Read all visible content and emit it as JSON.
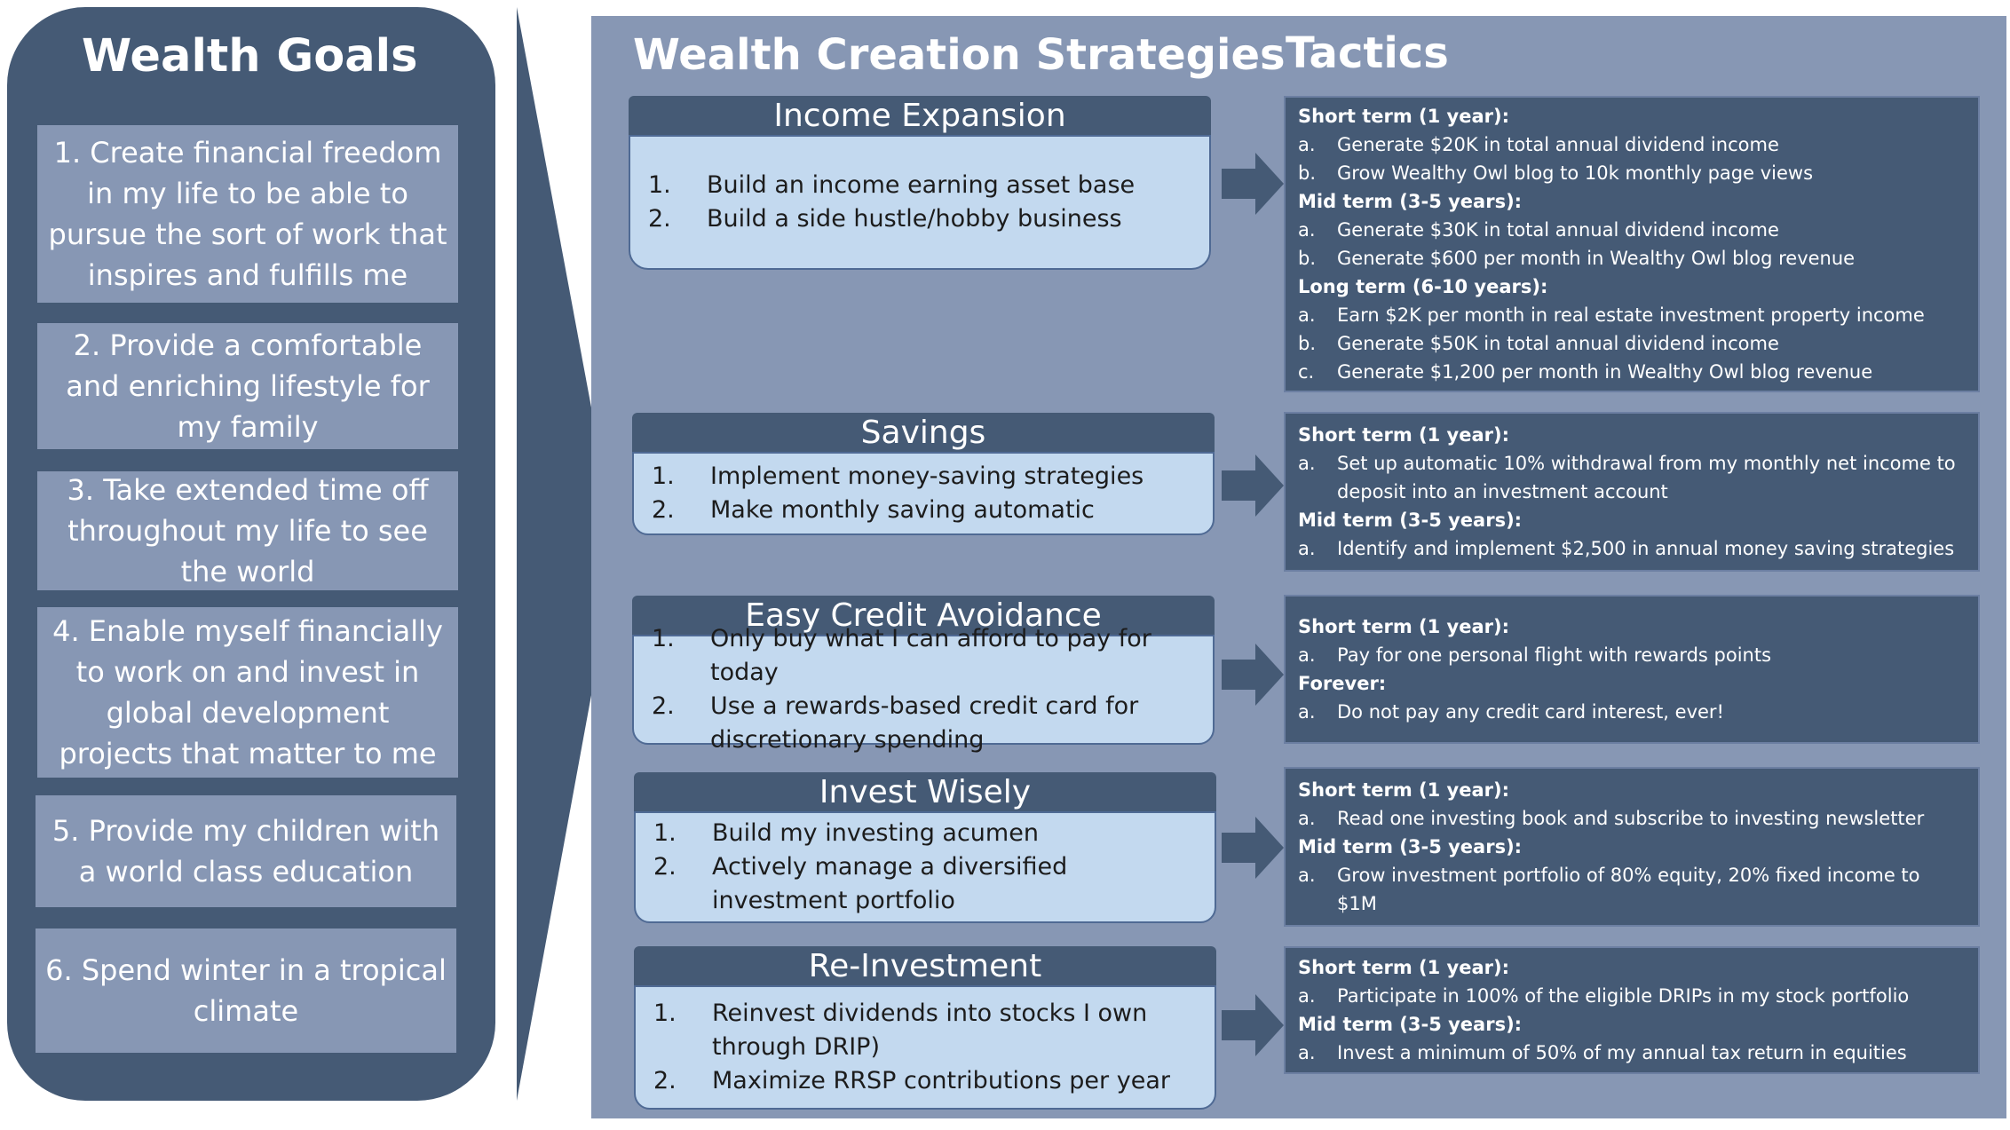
{
  "goals": {
    "title": "Wealth Goals",
    "items": [
      {
        "text": "1. Create financial freedom in my life to be able to pursue the sort of work that inspires and fulfills me"
      },
      {
        "text": "2. Provide a comfortable and enriching lifestyle for my family"
      },
      {
        "text": "3. Take extended time off throughout my life to see the world"
      },
      {
        "text": "4. Enable myself financially to work on and invest in global development projects that matter to me"
      },
      {
        "text": "5. Provide my children with a world class education"
      },
      {
        "text": "6. Spend winter in a tropical climate"
      }
    ]
  },
  "headings": {
    "strategies": "Wealth Creation Strategies",
    "tactics": "Tactics"
  },
  "strategies": [
    {
      "title": "Income Expansion",
      "items": [
        {
          "num": "1.",
          "text": "Build an income earning asset base"
        },
        {
          "num": "2.",
          "text": "Build a side hustle/hobby business"
        }
      ],
      "tactics": [
        {
          "term": "Short term (1 year):",
          "items": [
            {
              "letter": "a.",
              "text": "Generate $20K in total annual dividend income"
            },
            {
              "letter": "b.",
              "text": "Grow Wealthy Owl blog to 10k monthly page views"
            }
          ]
        },
        {
          "term": "Mid term (3-5 years):",
          "items": [
            {
              "letter": "a.",
              "text": "Generate $30K in total annual dividend income"
            },
            {
              "letter": "b.",
              "text": "Generate $600 per month in Wealthy Owl blog revenue"
            }
          ]
        },
        {
          "term": "Long term (6-10 years):",
          "items": [
            {
              "letter": "a.",
              "text": "Earn $2K per month in real estate investment property income"
            },
            {
              "letter": "b.",
              "text": "Generate $50K in total annual dividend income"
            },
            {
              "letter": "c.",
              "text": "Generate $1,200 per month in Wealthy Owl blog revenue"
            }
          ]
        }
      ]
    },
    {
      "title": "Savings",
      "items": [
        {
          "num": "1.",
          "text": "Implement money-saving strategies"
        },
        {
          "num": "2.",
          "text": "Make monthly saving automatic"
        }
      ],
      "tactics": [
        {
          "term": "Short term (1 year):",
          "items": [
            {
              "letter": "a.",
              "text": "Set up automatic 10% withdrawal from my monthly net income to deposit into an investment account"
            }
          ]
        },
        {
          "term": "Mid term (3-5 years):",
          "items": [
            {
              "letter": "a.",
              "text": "Identify and implement $2,500 in annual money saving strategies"
            }
          ]
        }
      ]
    },
    {
      "title": "Easy Credit Avoidance",
      "items": [
        {
          "num": "1.",
          "text": "Only buy what I can afford to pay for today"
        },
        {
          "num": "2.",
          "text": "Use a rewards-based credit card for discretionary spending"
        }
      ],
      "tactics": [
        {
          "term": "Short term (1 year):",
          "items": [
            {
              "letter": "a.",
              "text": "Pay for one personal flight with rewards points"
            }
          ]
        },
        {
          "term": "Forever:",
          "items": [
            {
              "letter": "a.",
              "text": "Do not pay any credit card interest, ever!"
            }
          ]
        }
      ]
    },
    {
      "title": "Invest Wisely",
      "items": [
        {
          "num": "1.",
          "text": "Build my investing acumen"
        },
        {
          "num": "2.",
          "text": "Actively manage a diversified investment portfolio"
        }
      ],
      "tactics": [
        {
          "term": "Short term (1 year):",
          "items": [
            {
              "letter": "a.",
              "text": "Read one investing book and subscribe to investing newsletter"
            }
          ]
        },
        {
          "term": "Mid term (3-5 years):",
          "items": [
            {
              "letter": "a.",
              "text": "Grow investment portfolio of 80% equity, 20% fixed income to $1M"
            }
          ]
        }
      ]
    },
    {
      "title": "Re-Investment",
      "items": [
        {
          "num": "1.",
          "text": "Reinvest dividends into stocks I own through DRIP)"
        },
        {
          "num": "2.",
          "text": "Maximize RRSP contributions per year"
        }
      ],
      "tactics": [
        {
          "term": "Short term (1 year):",
          "items": [
            {
              "letter": "a.",
              "text": "Participate in 100% of the eligible DRIPs in my stock portfolio"
            }
          ]
        },
        {
          "term": "Mid term (3-5 years):",
          "items": [
            {
              "letter": "a.",
              "text": "Invest a minimum of 50% of my annual tax return in equities"
            }
          ]
        }
      ]
    }
  ],
  "colors": {
    "dark_slate": "#455a75",
    "mid_slate": "#8797b4",
    "light_blue": "#c3d9ef",
    "white": "#ffffff"
  }
}
